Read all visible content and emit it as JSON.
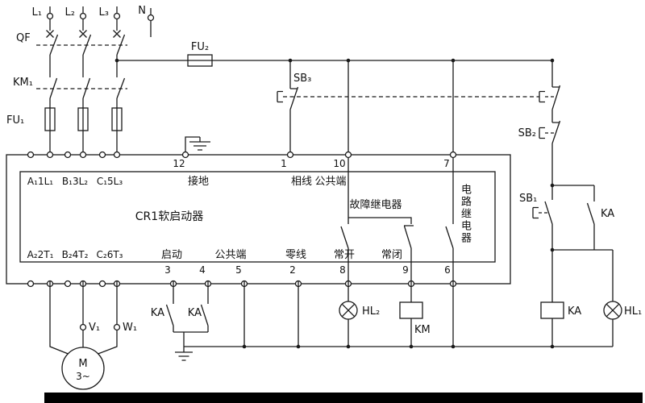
{
  "supply": {
    "l1": "L₁",
    "l2": "L₂",
    "l3": "L₃",
    "n": "N"
  },
  "components": {
    "qf": "QF",
    "km1": "KM₁",
    "fu1": "FU₁",
    "fu2": "FU₂",
    "sb3": "SB₃",
    "sb2": "SB₂",
    "sb1": "SB₁",
    "ka": "KA",
    "km": "KM",
    "hl1": "HL₁",
    "hl2": "HL₂"
  },
  "starter": {
    "title": "CR1软启动器",
    "labels": {
      "ground": "接地",
      "phase": "相线",
      "common_top": "公共端",
      "fault_relay": "故障继电器",
      "circuit_relay": "电路继电器",
      "start": "启动",
      "common_bottom": "公共端",
      "neutral": "零线",
      "normally_open": "常开",
      "normally_closed": "常闭"
    },
    "top_terminals": {
      "a": "A₁1L₁",
      "b": "B₁3L₂",
      "c": "C₁5L₃",
      "n12": "12",
      "n1": "1",
      "n10": "10",
      "n7": "7"
    },
    "bottom_terminals": {
      "a": "A₂2T₁",
      "b": "B₂4T₂",
      "c": "C₂6T₃",
      "n3": "3",
      "n4": "4",
      "n5": "5",
      "n2": "2",
      "n8": "8",
      "n9": "9",
      "n6": "6"
    }
  },
  "motor": {
    "m": "M",
    "phase": "3~",
    "v1": "V₁",
    "w1": "W₁"
  },
  "colors": {
    "line": "#1a1a1a",
    "bg": "#ffffff",
    "bar": "#000000"
  }
}
